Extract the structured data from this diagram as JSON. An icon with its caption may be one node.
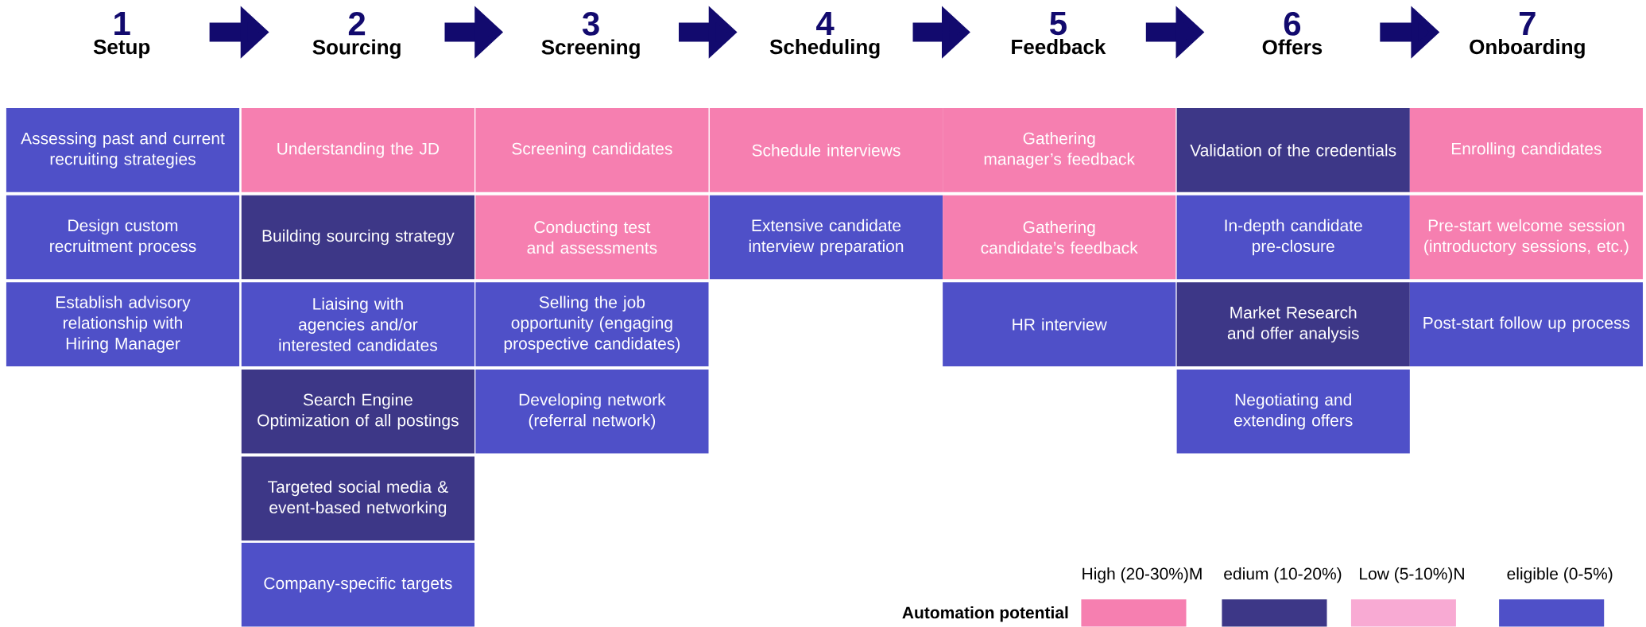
{
  "diagram": {
    "nodes": [
      {
        "text": [
          "1",
          "Setup"
        ]
      },
      {
        "text": [
          "2",
          "Sourcing"
        ]
      },
      {
        "text": [
          "3",
          "Screening"
        ]
      },
      {
        "text": [
          "4",
          "Scheduling"
        ]
      },
      {
        "text": [
          "5",
          "Feedback"
        ]
      },
      {
        "text": [
          "6",
          "Offers"
        ]
      },
      {
        "text": [
          "7",
          "Onboarding"
        ]
      },
      {
        "text": [
          "Assessing past and current recruiting strategies"
        ]
      },
      {
        "text": [
          "Design custom recruitment process"
        ]
      },
      {
        "text": [
          "Establish advisory relationship with Hiring Manager"
        ]
      },
      {
        "text": [
          "Understanding the JD"
        ]
      },
      {
        "text": [
          "Building sourcing strategy"
        ]
      },
      {
        "text": [
          "Liaising with agencies and/or interested candidates"
        ]
      },
      {
        "text": [
          "Search Engine Optimization of all postings"
        ]
      },
      {
        "text": [
          "Targeted social media & event-based networking"
        ]
      },
      {
        "text": [
          "Company-specific targets"
        ]
      },
      {
        "text": [
          "Screening candidates"
        ]
      },
      {
        "text": [
          "Conducting test and assessments"
        ]
      },
      {
        "text": [
          "Selling the job opportunity (engaging prospective candidates)"
        ]
      },
      {
        "text": [
          "Developing network (referral network)"
        ]
      },
      {
        "text": [
          "Schedule interviews"
        ]
      },
      {
        "text": [
          "Extensive candidate interview preparation"
        ]
      },
      {
        "text": [
          "Gathering manager’s feedback"
        ]
      },
      {
        "text": [
          "Gathering candidate’s feedback"
        ]
      },
      {
        "text": [
          "HR interview"
        ]
      },
      {
        "text": [
          "Validation of the credentials"
        ]
      },
      {
        "text": [
          "In-depth candidate pre-closure"
        ]
      },
      {
        "text": [
          "Market Research and offer analysis"
        ]
      },
      {
        "text": [
          "Negotiating and extending offers"
        ]
      },
      {
        "text": [
          "Enrolling candidates"
        ]
      },
      {
        "text": [
          "Pre-start welcome session (introductory sessions, etc.)"
        ]
      },
      {
        "text": [
          "Post-start follow up process"
        ]
      }
    ],
    "edges": [
      {
        "from": 0,
        "to": 1,
        "arrow": "to"
      },
      {
        "from": 1,
        "to": 2,
        "arrow": "to"
      },
      {
        "from": 2,
        "to": 3,
        "arrow": "to"
      },
      {
        "from": 3,
        "to": 4,
        "arrow": "to"
      },
      {
        "from": 4,
        "to": 5,
        "arrow": "to"
      },
      {
        "from": 5,
        "to": 6,
        "arrow": "to"
      }
    ],
    "labels": [
      "Automation potential"
    ],
    "legend": [
      {
        "text": "High (20-30%)M",
        "color": "#f67fb0"
      },
      {
        "text": "edium (10-20%)",
        "color": "#3d3787"
      },
      {
        "text": "Low (5-10%)N",
        "color": "#f8aad3"
      },
      {
        "text": "eligible (0-5%)",
        "color": "#4f50c8"
      }
    ]
  }
}
